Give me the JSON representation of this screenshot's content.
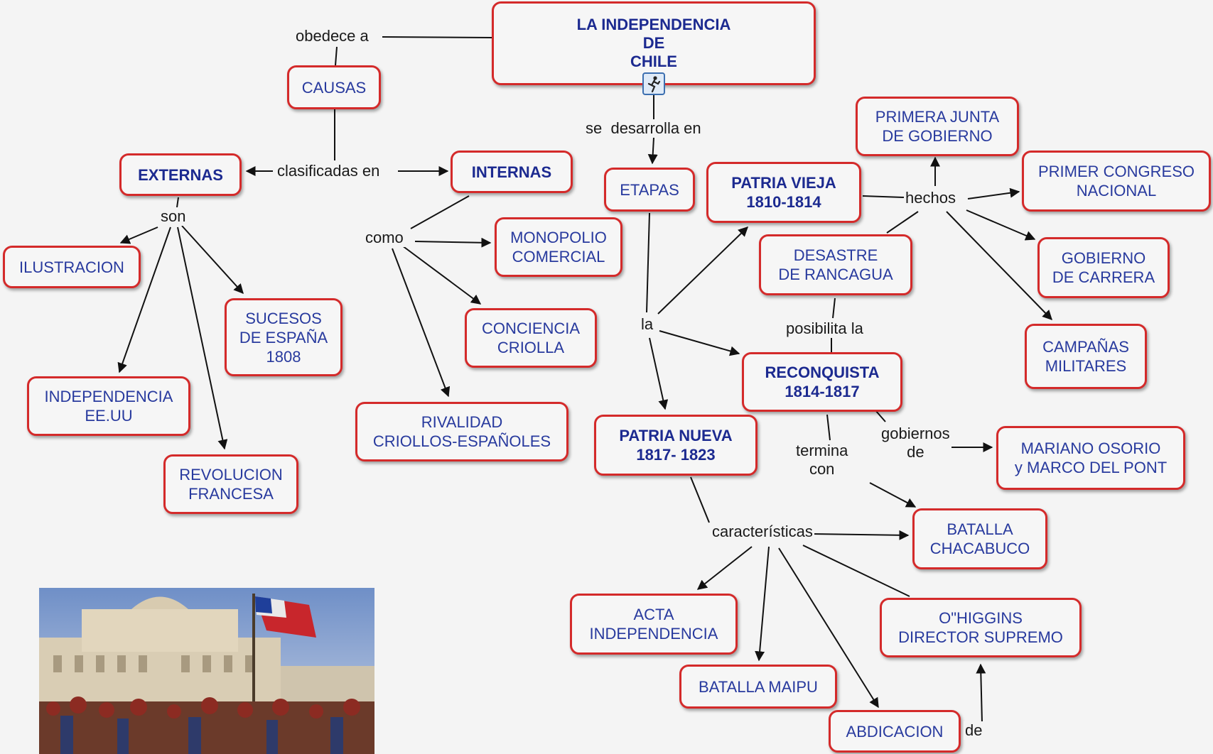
{
  "title": "LA INDEPENDENCIA\nDE\nCHILE",
  "nodes": {
    "causas": "CAUSAS",
    "externas": "EXTERNAS",
    "internas": "INTERNAS",
    "ilustracion": "ILUSTRACION",
    "sucesos": "SUCESOS\nDE ESPAÑA\n1808",
    "independencia_eeuu": "INDEPENDENCIA\nEE.UU",
    "revolucion": "REVOLUCION\nFRANCESA",
    "monopolio": "MONOPOLIO\nCOMERCIAL",
    "conciencia": "CONCIENCIA\nCRIOLLA",
    "rivalidad": "RIVALIDAD\nCRIOLLOS-ESPAÑOLES",
    "etapas": "ETAPAS",
    "patria_vieja": "PATRIA VIEJA\n1810-1814",
    "primera_junta": "PRIMERA JUNTA\nDE GOBIERNO",
    "primer_congreso": "PRIMER CONGRESO\nNACIONAL",
    "gobierno_carrera": "GOBIERNO\nDE CARRERA",
    "campanas": "CAMPAÑAS\nMILITARES",
    "desastre": "DESASTRE\nDE RANCAGUA",
    "reconquista": "RECONQUISTA\n1814-1817",
    "mariano": "MARIANO OSORIO\ny MARCO DEL PONT",
    "patria_nueva": "PATRIA NUEVA\n1817- 1823",
    "chacabuco": "BATALLA\nCHACABUCO",
    "acta": "ACTA\nINDEPENDENCIA",
    "ohiggins": "O\"HIGGINS\nDIRECTOR SUPREMO",
    "maipu": "BATALLA MAIPU",
    "abdicacion": "ABDICACION"
  },
  "links": {
    "obedece": "obedece a",
    "clasificadas": "clasificadas en",
    "son": "son",
    "como": "como",
    "se_desarrolla": "se  desarrolla en",
    "la": "la",
    "hechos": "hechos",
    "posibilita": "posibilita la",
    "gobiernos": "gobiernos\nde",
    "termina": "termina\ncon",
    "caracteristicas": "características",
    "de": "de"
  },
  "colors": {
    "node_border": "#d42a2a",
    "node_text": "#283a9e",
    "line": "#111111",
    "background": "#f4f4f4"
  },
  "icons": [
    "runner-icon"
  ]
}
